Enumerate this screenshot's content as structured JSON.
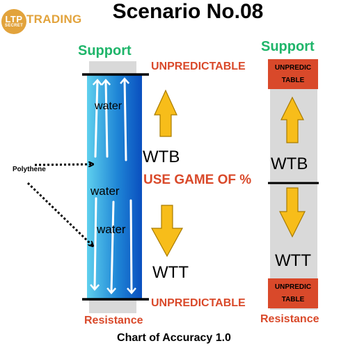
{
  "logo": {
    "badge_line1": "LTP",
    "badge_line2": "SECRET",
    "brand": "TRADING"
  },
  "title": "Scenario No.08",
  "left": {
    "support": "Support",
    "resistance": "Resistance",
    "top_label": "UNPREDICTABLE",
    "bottom_label": "UNPREDICTABLE",
    "water_labels": [
      "water",
      "water",
      "water"
    ],
    "wtb": "WTB",
    "wtt": "WTT",
    "center_note": "USE GAME OF %",
    "polythene": "Polythene",
    "colors": {
      "water_light": "#5fd0ee",
      "water_dark": "#0a4fbf",
      "arrow": "#f7bd1a"
    }
  },
  "right": {
    "support": "Support",
    "resistance": "Resistance",
    "top_box": [
      "UNPREDIC",
      "TABLE"
    ],
    "bottom_box": [
      "UNPREDIC",
      "TABLE"
    ],
    "wtb": "WTB",
    "wtt": "WTT",
    "colors": {
      "box": "#d9492a",
      "column": "#d9d9d9"
    }
  },
  "footer": "Chart of Accuracy 1.0"
}
